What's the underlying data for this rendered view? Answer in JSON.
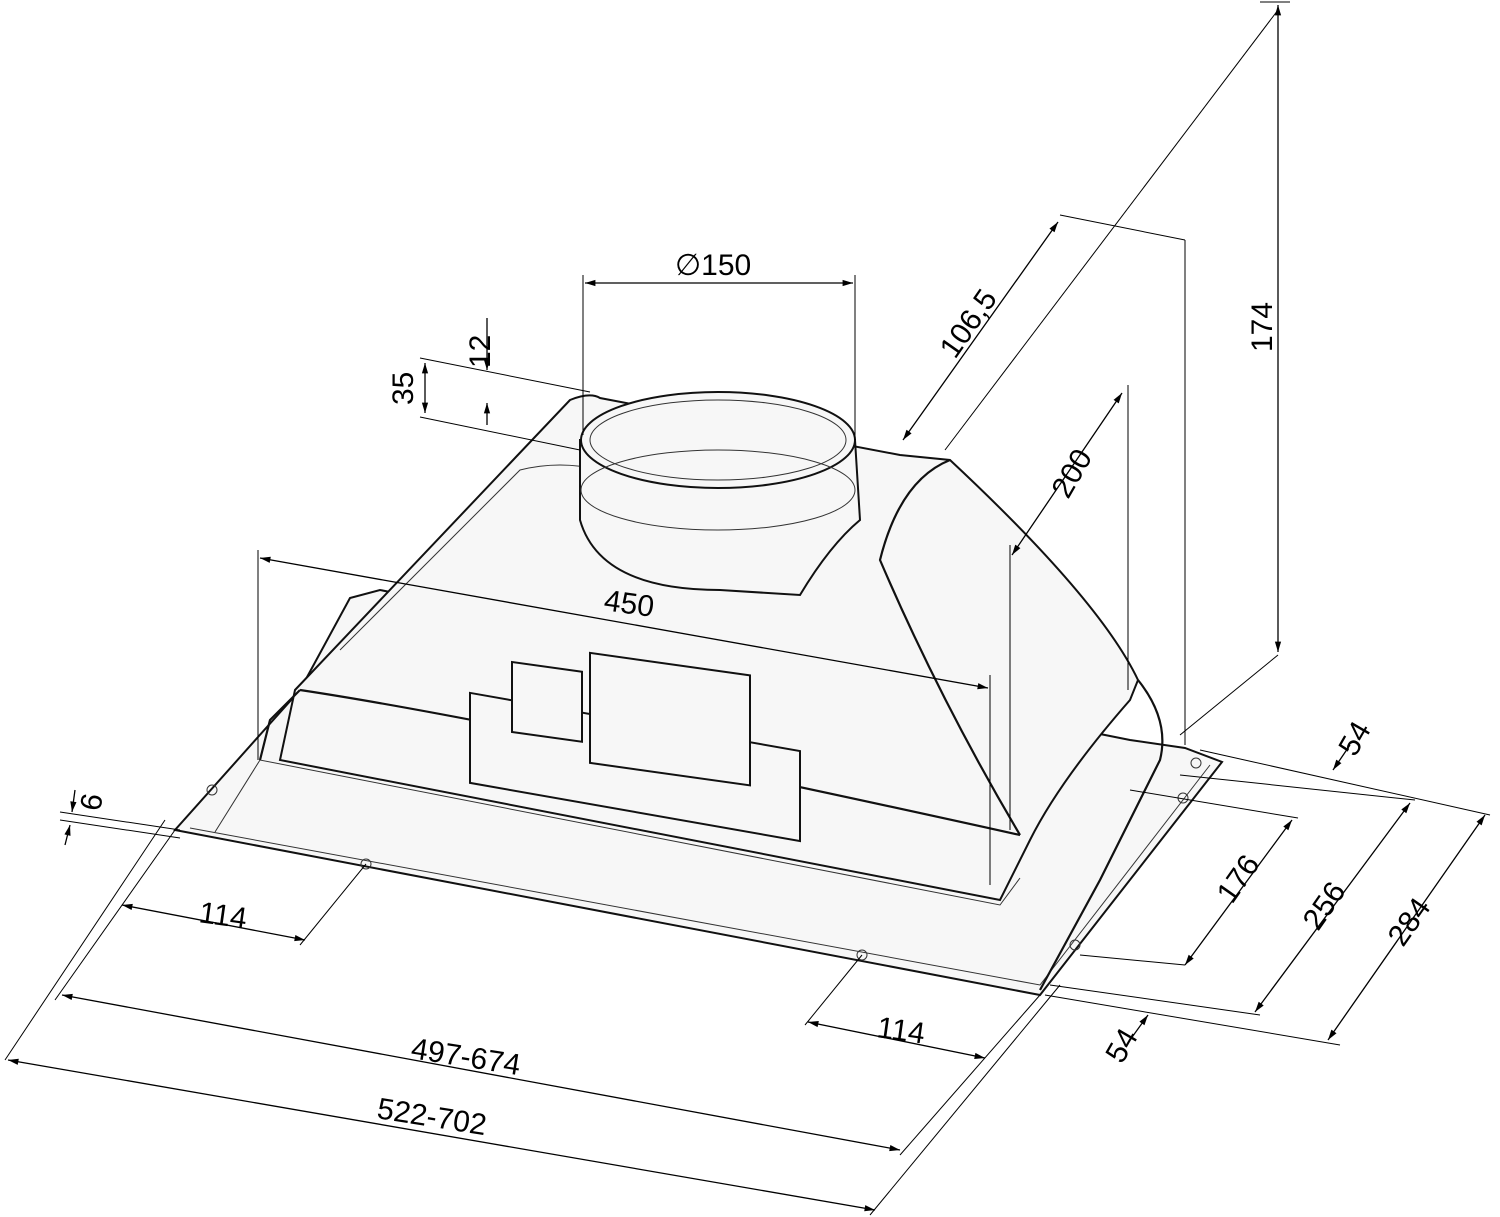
{
  "drawing": {
    "title": "Built-in hood dimension drawing",
    "labels": {
      "duct_diameter": "∅150",
      "collar_offset": "12",
      "collar_height": "35",
      "duct_to_back": "106,5",
      "total_height_rear": "174",
      "body_height": "200",
      "body_width": "450",
      "plate_thickness": "6",
      "screw_offset_left": "114",
      "screw_offset_right": "114",
      "cutout_width": "497-674",
      "overall_width": "522-702",
      "depth_offset_back": "54",
      "depth_offset_front": "54",
      "body_depth": "176",
      "cutout_depth": "256",
      "overall_depth": "284"
    }
  }
}
